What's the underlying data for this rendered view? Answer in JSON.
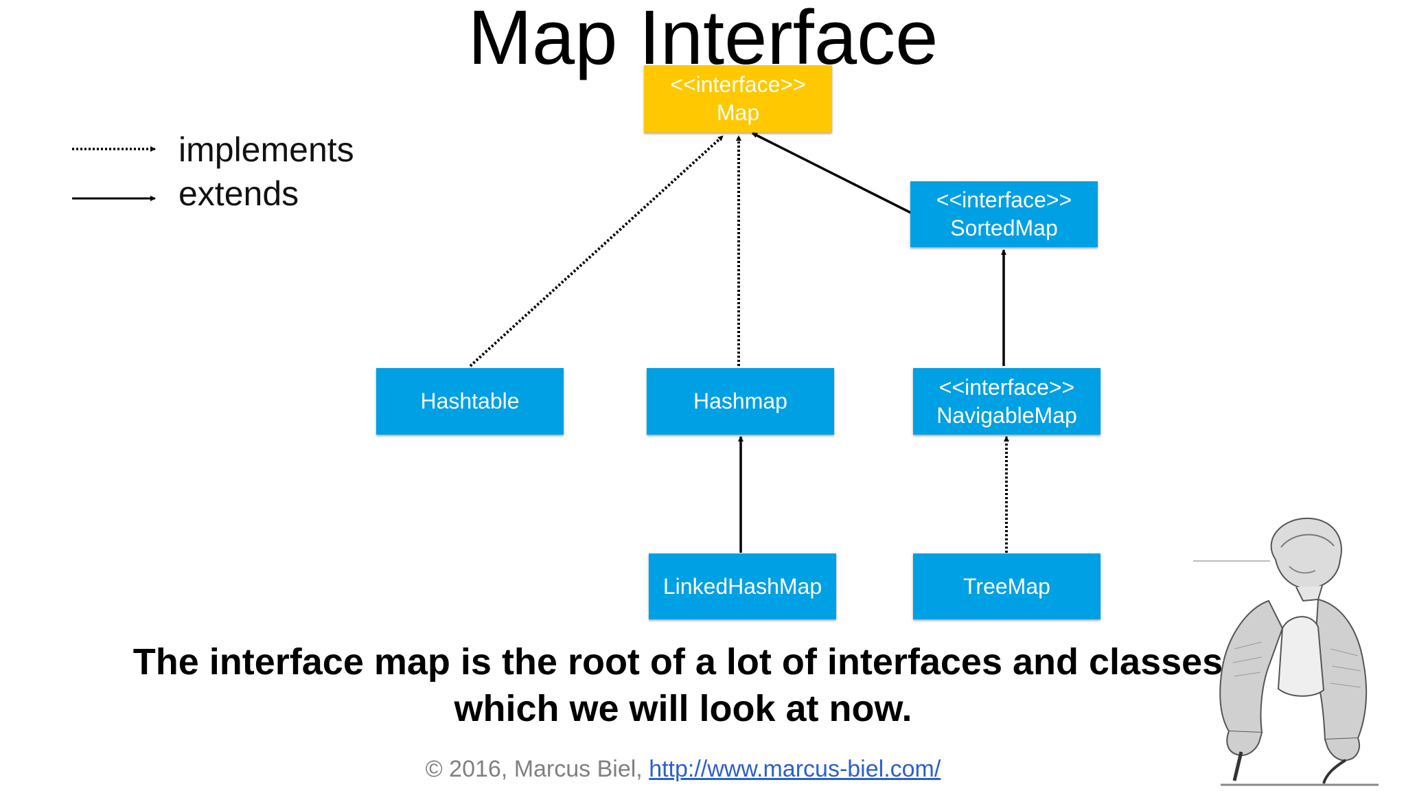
{
  "title": "Map Interface",
  "legend": {
    "implements_label": "implements",
    "extends_label": "extends"
  },
  "nodes": {
    "map": {
      "stereotype": "<<interface>>",
      "name": "Map"
    },
    "sortedmap": {
      "stereotype": "<<interface>>",
      "name": "SortedMap"
    },
    "hashtable": {
      "name": "Hashtable"
    },
    "hashmap": {
      "name": "Hashmap"
    },
    "navigablemap": {
      "stereotype": "<<interface>>",
      "name": "NavigableMap"
    },
    "linkedhashmap": {
      "name": "LinkedHashMap"
    },
    "treemap": {
      "name": "TreeMap"
    }
  },
  "relations": [
    {
      "from": "hashtable",
      "to": "map",
      "type": "implements"
    },
    {
      "from": "hashmap",
      "to": "map",
      "type": "implements"
    },
    {
      "from": "sortedmap",
      "to": "map",
      "type": "extends"
    },
    {
      "from": "navigablemap",
      "to": "sortedmap",
      "type": "extends"
    },
    {
      "from": "linkedhashmap",
      "to": "hashmap",
      "type": "extends"
    },
    {
      "from": "treemap",
      "to": "navigablemap",
      "type": "implements"
    }
  ],
  "caption": {
    "line1": "The interface map is the root of a lot of interfaces and classes,",
    "line2": "which we will look at now."
  },
  "footer": {
    "copyright": "© 2016, Marcus Biel,",
    "link_text": "http://www.marcus-biel.com/"
  },
  "colors": {
    "interface_yellow": "#ffc800",
    "class_blue": "#00a0e4",
    "footer_gray": "#808080",
    "link_blue": "#2b5fcf"
  }
}
